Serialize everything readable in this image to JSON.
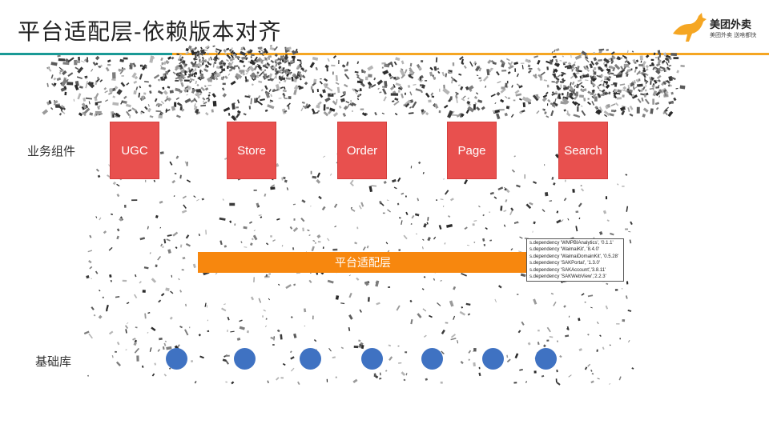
{
  "slide": {
    "title": "平台适配层-依赖版本对齐"
  },
  "logo": {
    "name": "美团外卖",
    "tagline": "美团外卖 送啥都快",
    "color": "#f5a623"
  },
  "diagram": {
    "rows": {
      "business_label": "业务组件",
      "base_label": "基础库"
    },
    "components": [
      {
        "label": "UGC"
      },
      {
        "label": "Store"
      },
      {
        "label": "Order"
      },
      {
        "label": "Page"
      },
      {
        "label": "Search"
      }
    ],
    "adapter_layer": {
      "label": "平台适配层"
    },
    "dependencies": [
      "s.dependency 'WMPBIAnalytics', '0.1.1'",
      "s.dependency 'WaimaiKit', '8.4.0'",
      "s.dependency 'WaimaiDomainKit', '0.5.28'",
      "s.dependency 'SAKPortal', '1.3.0'",
      "s.dependency 'SAKAccount','3.8.11'",
      "s.dependency 'SAKWebView','2.2.3'"
    ],
    "base_library_count": 7,
    "colors": {
      "component": "#e8504e",
      "adapter": "#f7870e",
      "library": "#3f72c2",
      "header_teal": "#1a9a96",
      "header_orange": "#f5a623"
    }
  }
}
